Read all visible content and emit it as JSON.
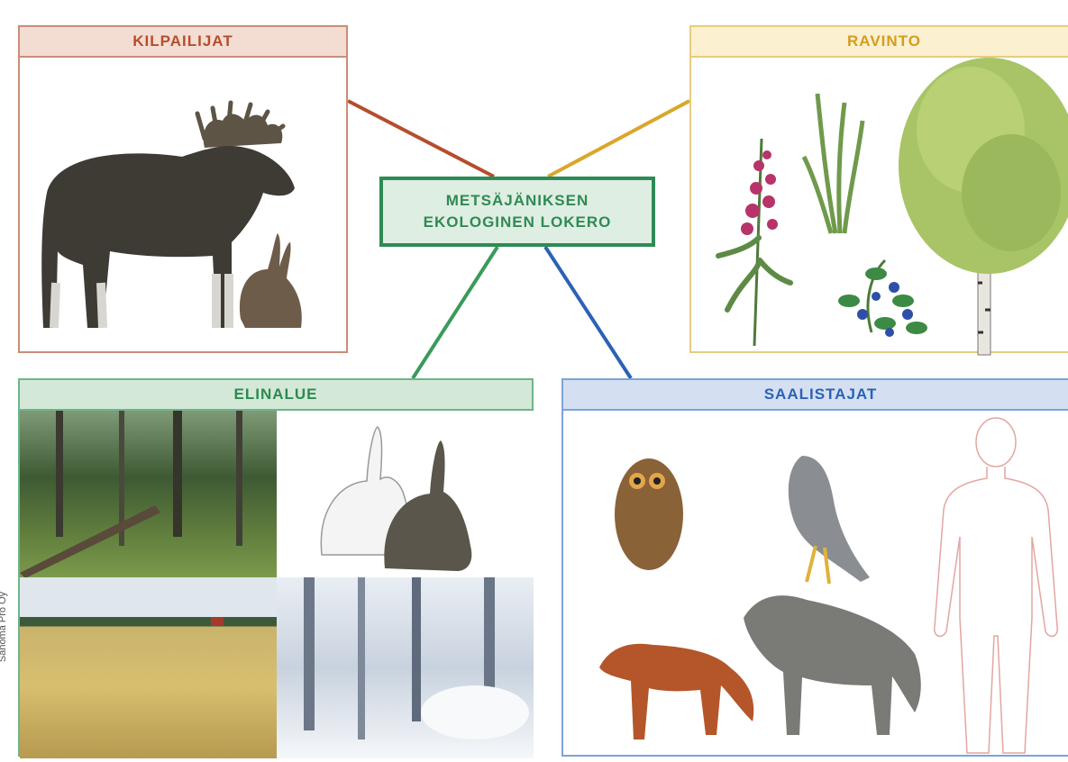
{
  "center": {
    "line1": "METSÄJÄNIKSEN",
    "line2": "EKOLOGINEN LOKERO"
  },
  "panels": {
    "competitors": {
      "title": "KILPAILIJAT",
      "color": "#b64d2c"
    },
    "food": {
      "title": "RAVINTO",
      "color": "#d59c1d"
    },
    "habitat": {
      "title": "ELINALUE",
      "color": "#2c8a50"
    },
    "predators": {
      "title": "SAALISTAJAT",
      "color": "#2b62b4"
    }
  },
  "credit": "Sanoma Pro Oy"
}
